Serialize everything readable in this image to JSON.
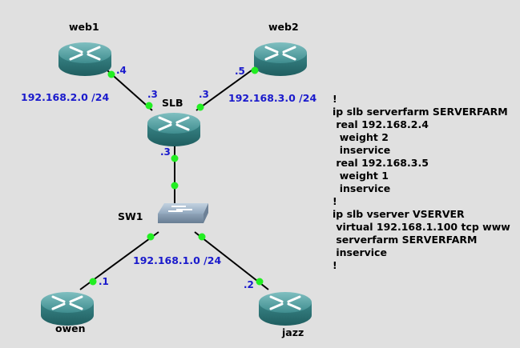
{
  "devices": {
    "web1": {
      "name": "web1",
      "type": "router"
    },
    "web2": {
      "name": "web2",
      "type": "router"
    },
    "slb": {
      "name": "SLB",
      "type": "router"
    },
    "sw1": {
      "name": "SW1",
      "type": "switch"
    },
    "owen": {
      "name": "owen",
      "type": "router"
    },
    "jazz": {
      "name": "jazz",
      "type": "router"
    }
  },
  "links": [
    {
      "from": "web1",
      "to": "slb",
      "from_if": ".4",
      "to_if": ".3"
    },
    {
      "from": "web2",
      "to": "slb",
      "from_if": ".5",
      "to_if": ".3"
    },
    {
      "from": "slb",
      "to": "sw1",
      "from_if": ".3",
      "to_if": ""
    },
    {
      "from": "sw1",
      "to": "owen",
      "from_if": "",
      "to_if": ".1"
    },
    {
      "from": "sw1",
      "to": "jazz",
      "from_if": "",
      "to_if": ".2"
    }
  ],
  "subnets": {
    "web1_net": "192.168.2.0 /24",
    "web2_net": "192.168.3.0 /24",
    "lan_net": "192.168.1.0 /24"
  },
  "config_lines": [
    "!",
    "ip slb serverfarm SERVERFARM",
    " real 192.168.2.4",
    "  weight 2",
    "  inservice",
    " real 192.168.3.5",
    "  weight 1",
    "  inservice",
    "!",
    "ip slb vserver VSERVER",
    " virtual 192.168.1.100 tcp www",
    " serverfarm SERVERFARM",
    " inservice",
    "!"
  ],
  "colors": {
    "background": "#e0e0e0",
    "link": "#000000",
    "port": "#22ee22",
    "ip_label": "#1a1acc",
    "router_top": "#4d9a9c",
    "router_side": "#2f7577",
    "switch_top": "#9fb4c8",
    "switch_side": "#7a8ea4"
  }
}
